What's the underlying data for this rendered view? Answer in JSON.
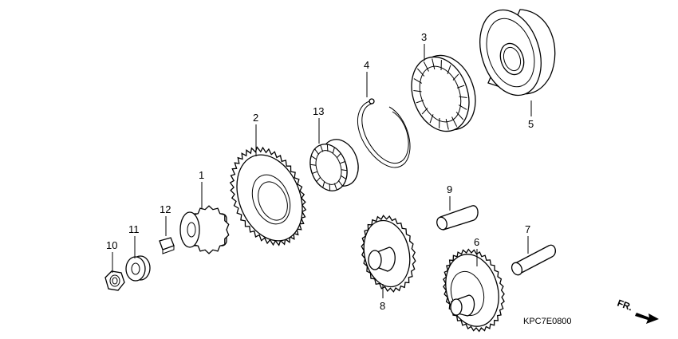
{
  "diagram": {
    "drawing_code": "KPC7E0800",
    "direction_label": "FR.",
    "parts": [
      {
        "id": "p1",
        "callout": "1",
        "name": "gear"
      },
      {
        "id": "p2",
        "callout": "2",
        "name": "gear"
      },
      {
        "id": "p3",
        "callout": "3",
        "name": "one-way-clutch"
      },
      {
        "id": "p4",
        "callout": "4",
        "name": "snap-ring"
      },
      {
        "id": "p5",
        "callout": "5",
        "name": "clutch-outer"
      },
      {
        "id": "p6",
        "callout": "6",
        "name": "gear"
      },
      {
        "id": "p7",
        "callout": "7",
        "name": "shaft"
      },
      {
        "id": "p8",
        "callout": "8",
        "name": "gear"
      },
      {
        "id": "p9",
        "callout": "9",
        "name": "shaft"
      },
      {
        "id": "p10",
        "callout": "10",
        "name": "nut"
      },
      {
        "id": "p11",
        "callout": "11",
        "name": "washer"
      },
      {
        "id": "p12",
        "callout": "12",
        "name": "key"
      },
      {
        "id": "p13",
        "callout": "13",
        "name": "needle-bearing"
      }
    ]
  }
}
